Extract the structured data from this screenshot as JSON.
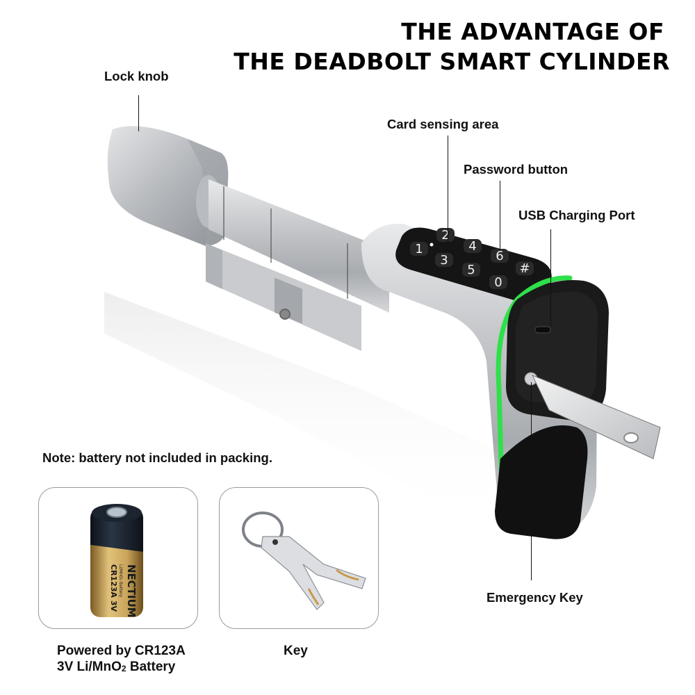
{
  "header": {
    "title_line1": "THE ADVANTAGE OF",
    "title_line2": "THE DEADBOLT SMART CYLINDER"
  },
  "callouts": {
    "lock_knob": "Lock knob",
    "card_sensing_area": "Card sensing area",
    "password_button": "Password button",
    "usb_charging_port": "USB Charging Port",
    "emergency_key": "Emergency Key"
  },
  "keypad": {
    "keys": [
      "1",
      "2",
      "3",
      "4",
      "5",
      "6",
      "0",
      "#"
    ]
  },
  "note": "Note: battery not included in packing.",
  "accessories": [
    {
      "name": "battery",
      "caption_line1": "Powered by CR123A",
      "caption_line2_prefix": "3V Li/MnO",
      "caption_line2_sub": "2",
      "caption_line2_suffix": " Battery",
      "brand_label": "NECTIUM",
      "model_label": "CR123A 3V",
      "chem_label": "Li/MnO₂ Battery"
    },
    {
      "name": "key",
      "caption": "Key"
    }
  ],
  "colors": {
    "accent_green": "#2ee04a",
    "metal": "#c7c9cc",
    "keypad_black": "#151515",
    "panel_border": "#9a9a9a",
    "battery_gold": "#c9a45a",
    "battery_dark": "#1c2430"
  }
}
